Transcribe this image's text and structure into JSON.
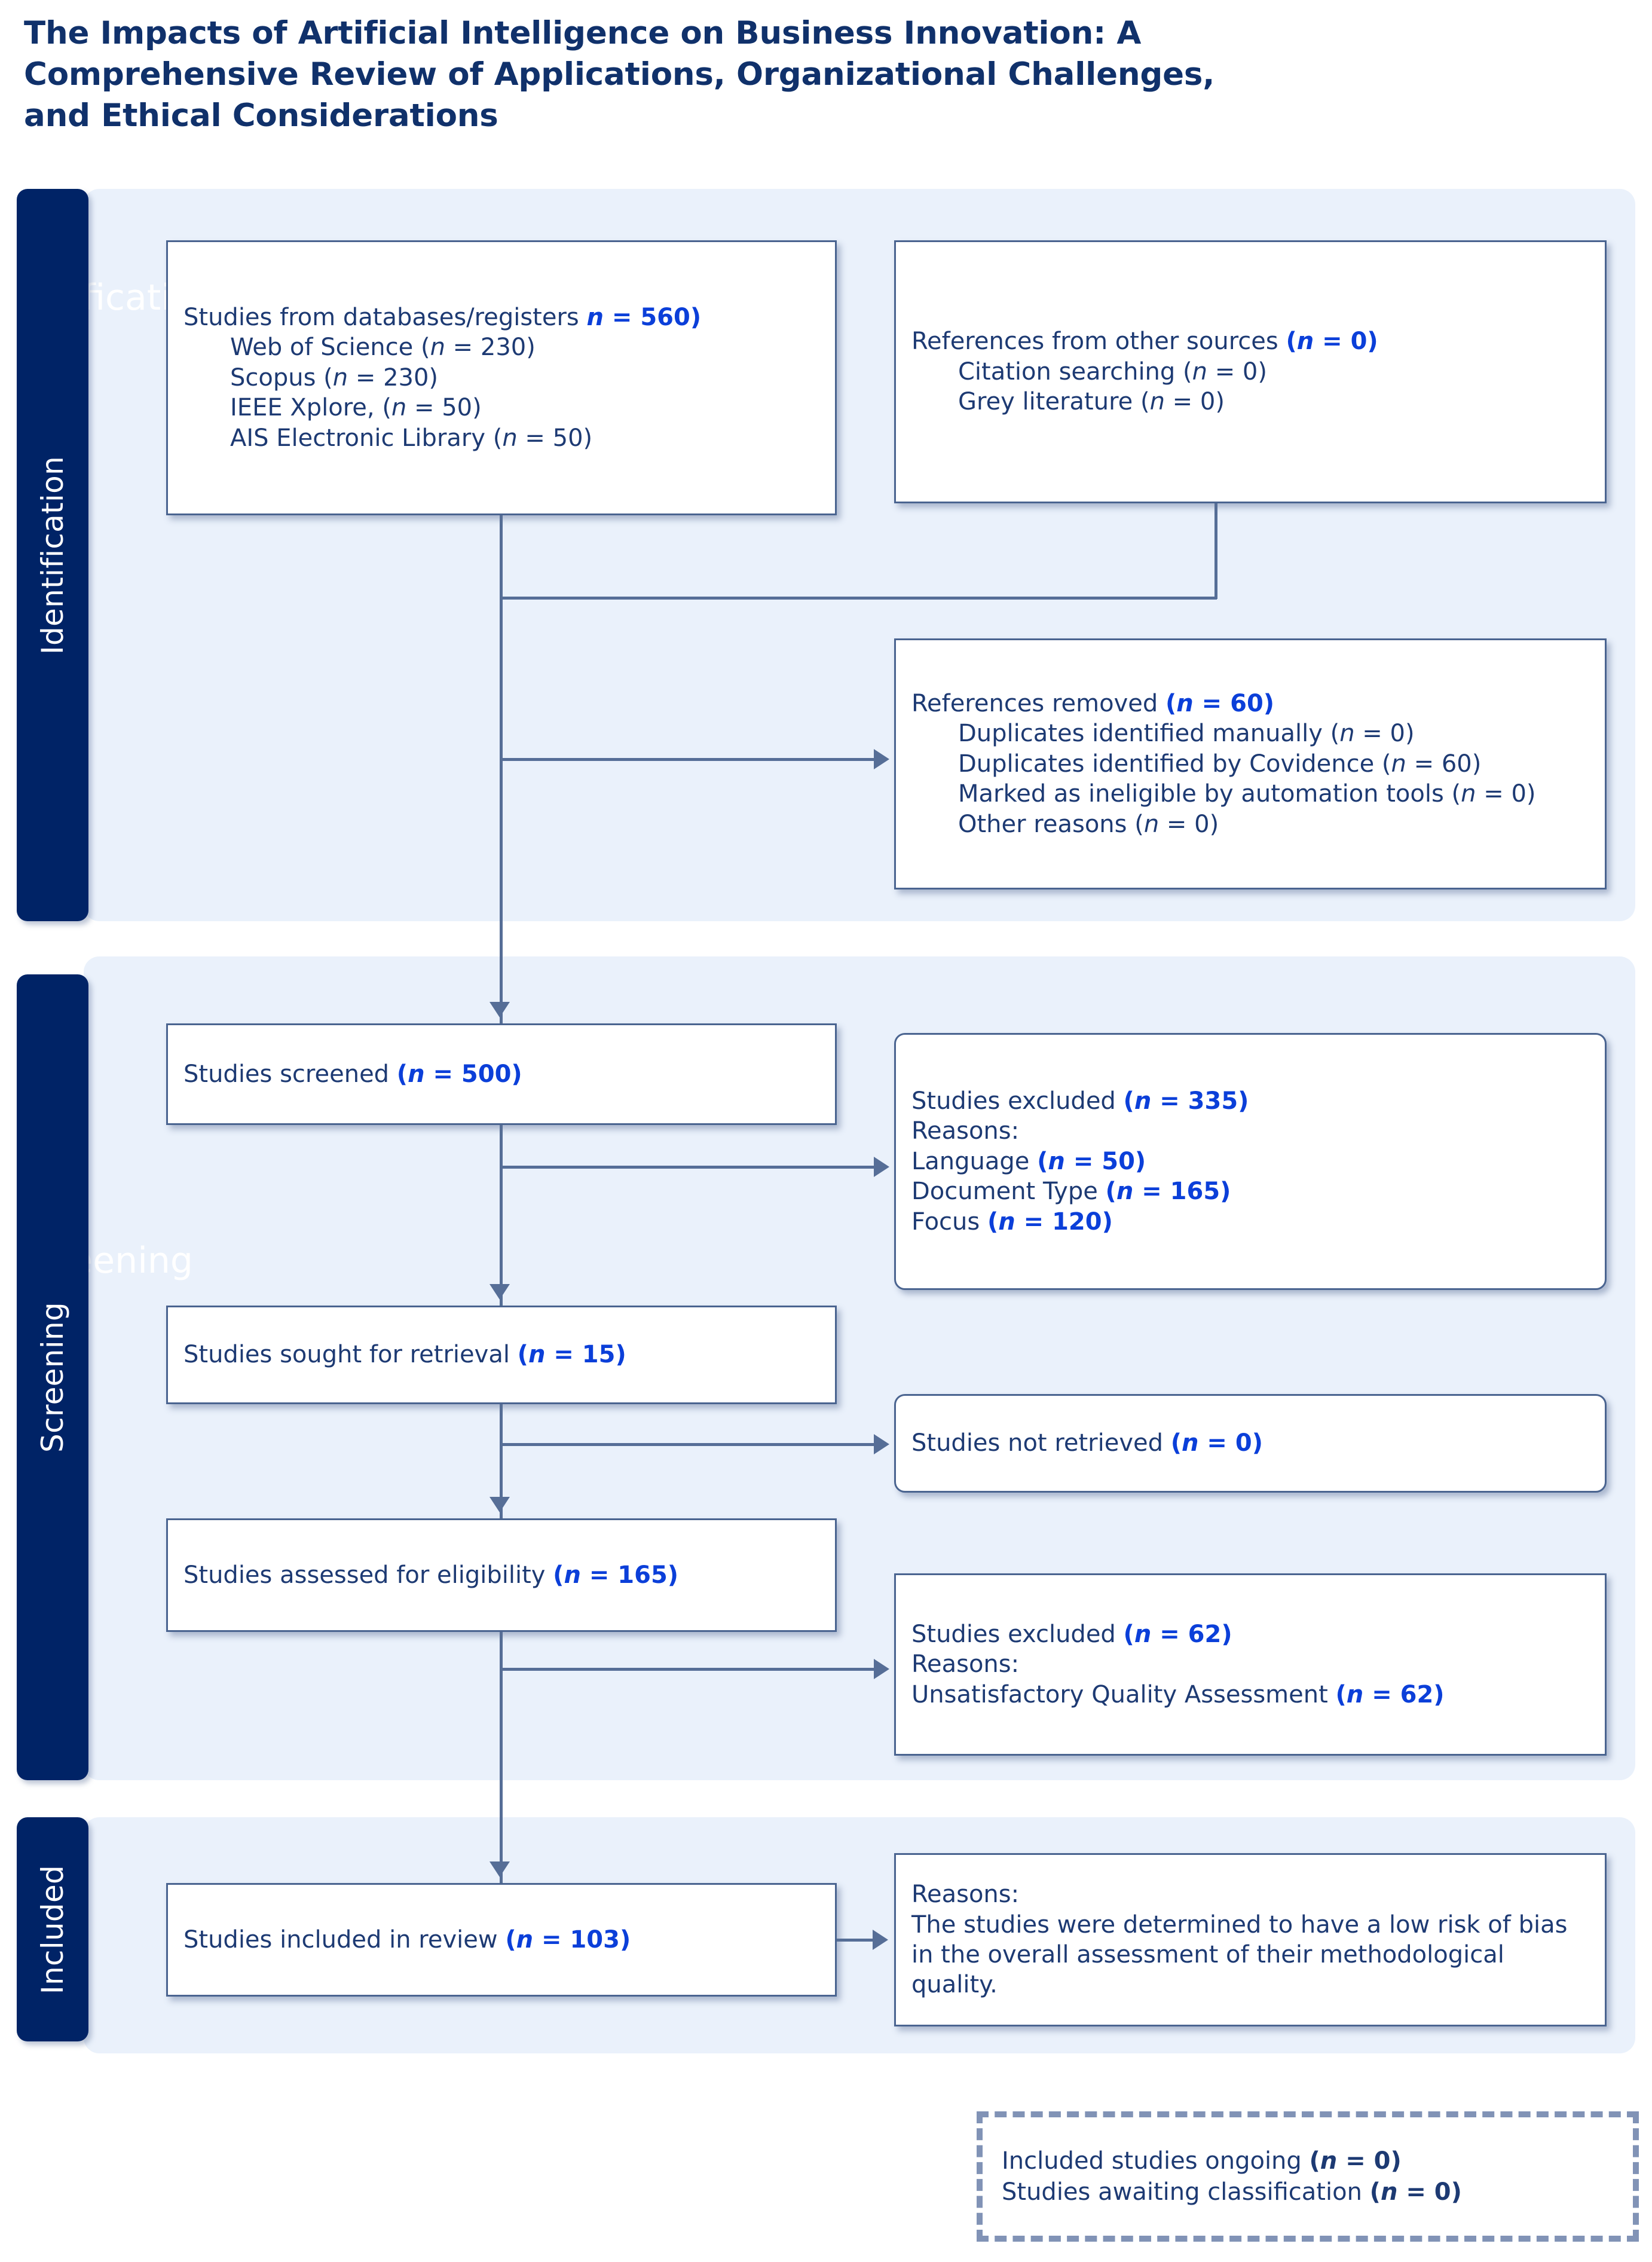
{
  "title": "The Impacts of Artificial Intelligence on Business Innovation: A Comprehensive Review of Applications, Organizational Challenges, and Ethical Considerations",
  "stages": {
    "identification": "Identification",
    "screening": "Screening",
    "included": "Included"
  },
  "ghost": {
    "identification": "ntification",
    "screening": "creening"
  },
  "boxes": {
    "databases": {
      "heading_text": "Studies from databases/registers ",
      "heading_n": "(n = 560)",
      "items": [
        "Web of Science (n = 230)",
        "Scopus (n = 230)",
        "IEEE Xplore, (n = 50)",
        "AIS Electronic Library (n = 50)"
      ]
    },
    "other_sources": {
      "heading_text": "References from other sources ",
      "heading_n": "(n = 0)",
      "items": [
        "Citation searching (n = 0)",
        "Grey literature (n = 0)"
      ]
    },
    "references_removed": {
      "heading_text": "References removed ",
      "heading_n": "(n = 60)",
      "items": [
        "Duplicates identified manually (n = 0)",
        "Duplicates identified by Covidence (n = 60)",
        "Marked as ineligible by automation tools (n = 0)",
        "Other reasons (n = 0)"
      ]
    },
    "studies_screened": {
      "heading_text": "Studies screened ",
      "heading_n": "(n = 500)"
    },
    "studies_excluded_screening": {
      "heading_text": "Studies excluded ",
      "heading_n": "(n = 335)",
      "reasons_label": "Reasons:",
      "reasons": [
        {
          "label": "Language ",
          "n": "(n = 50)"
        },
        {
          "label": "Document Type ",
          "n": "(n = 165)"
        },
        {
          "label": "Focus ",
          "n": "(n = 120)"
        }
      ]
    },
    "studies_sought": {
      "heading_text": "Studies sought for retrieval ",
      "heading_n": "(n = 15)"
    },
    "studies_not_retrieved": {
      "heading_text": "Studies not retrieved ",
      "heading_n": "(n = 0)"
    },
    "studies_assessed": {
      "heading_text": "Studies assessed for eligibility ",
      "heading_n": "(n = 165)"
    },
    "studies_excluded_eligibility": {
      "heading_text": "Studies excluded ",
      "heading_n": "(n = 62)",
      "reasons_label": "Reasons:",
      "reasons": [
        {
          "label": "Unsatisfactory Quality Assessment ",
          "n": "(n = 62)"
        }
      ]
    },
    "studies_included": {
      "heading_text": "Studies included in review ",
      "heading_n": "(n = 103)"
    },
    "included_reasons": {
      "reasons_label": "Reasons:",
      "body": "The studies were determined to have a low risk of bias in the overall assessment of their methodological quality."
    },
    "ongoing": {
      "line1_text": "Included studies ongoing ",
      "line1_n": "(n = 0)",
      "line2_text": "Studies awaiting classification ",
      "line2_n": "(n = 0)"
    }
  },
  "colors": {
    "stage_bar": "#002366",
    "panel_bg": "#EAF1FB",
    "box_border": "#4A6490",
    "heading_blue": "#0B3FD9",
    "text_navy": "#1D3A73",
    "title_navy": "#10316B",
    "connector": "#5A729B"
  }
}
